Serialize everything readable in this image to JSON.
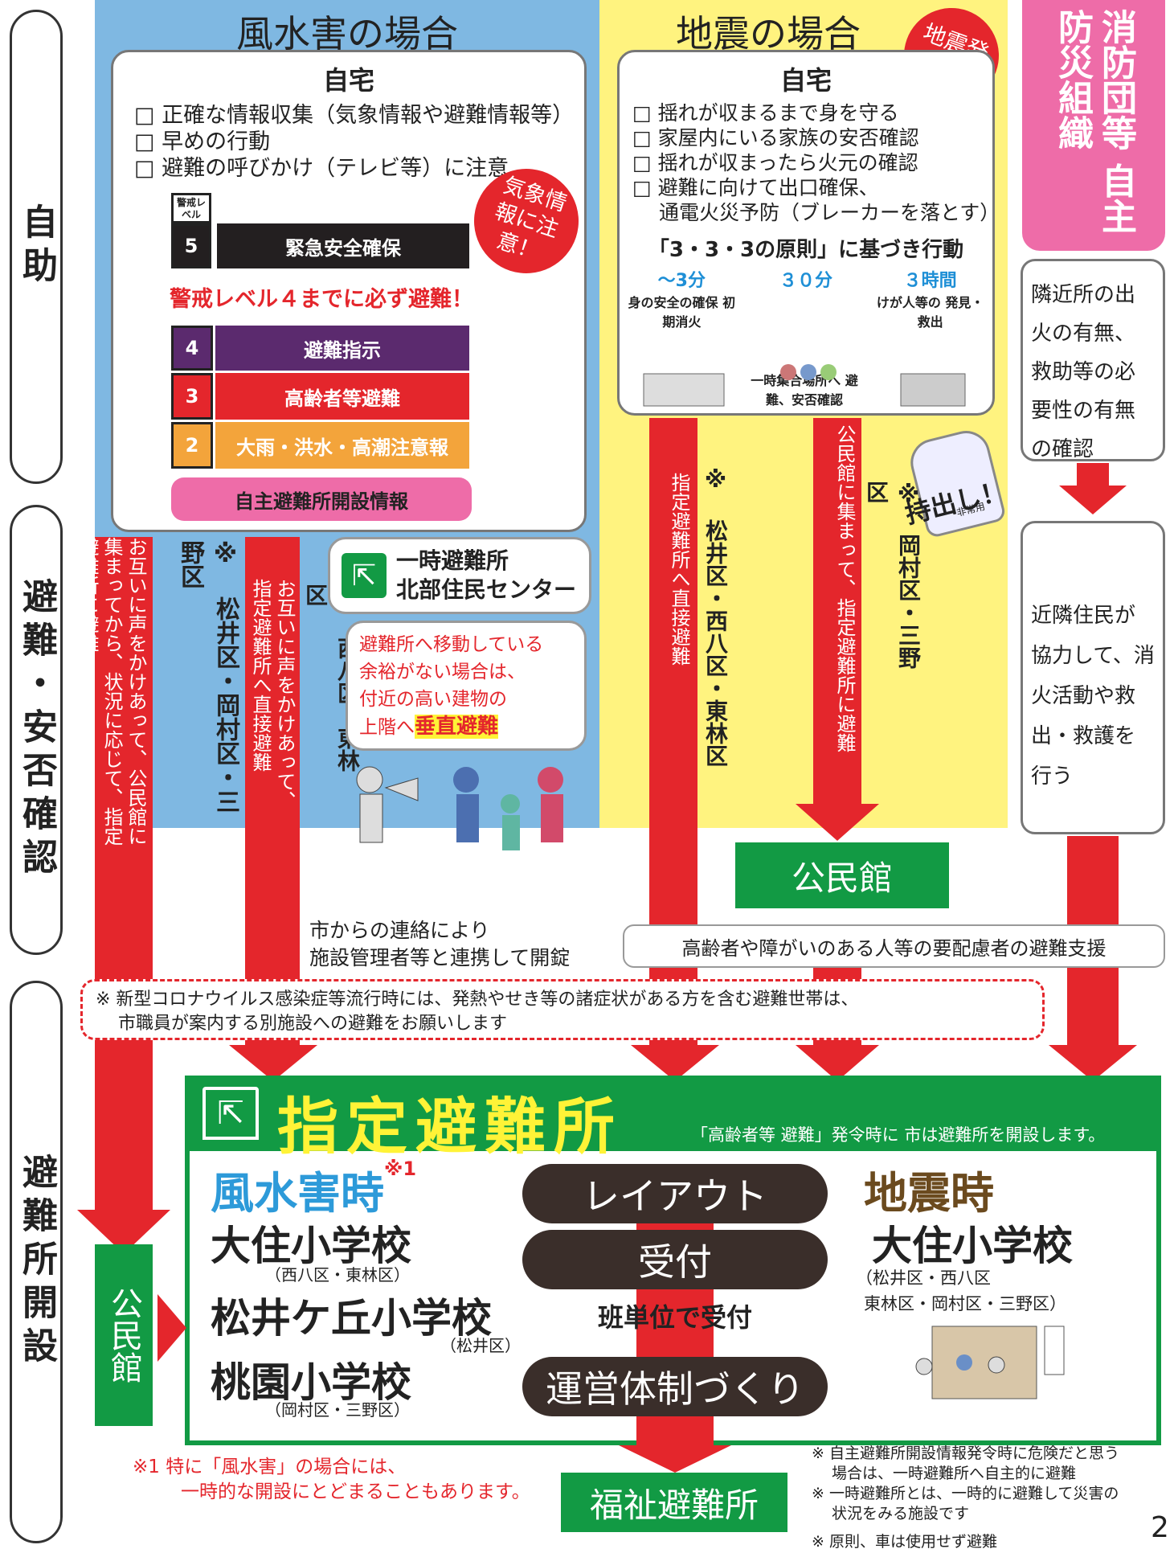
{
  "side_labels": [
    "自助",
    "避難・安否確認",
    "避難所開設"
  ],
  "flood": {
    "title": "風水害の場合",
    "home": "自宅",
    "checks": [
      "□ 正確な情報収集（気象情報や避難情報等）",
      "□ 早めの行動",
      "□ 避難の呼びかけ（テレビ等）に注意"
    ],
    "warn_badge": "気象情報に注意！",
    "level_label": "警戒レベル",
    "lv5_num": "5",
    "lv5": "緊急安全確保",
    "lv4_note": "警戒レベル４までに必ず避難！",
    "lv4_num": "4",
    "lv4": "避難指示",
    "lv3_num": "3",
    "lv3": "高齢者等避難",
    "lv2_num": "2",
    "lv2": "大雨・洪水・高潮注意報",
    "self_open": "自主避難所開設情報"
  },
  "quake": {
    "title": "地震の場合",
    "badge": "地震発生！",
    "home": "自宅",
    "checks": [
      "□ 揺れが収まるまで身を守る",
      "□ 家屋内にいる家族の安否確認",
      "□ 揺れが収まったら火元の確認",
      "□ 避難に向けて出口確保、",
      "　 通電火災予防（ブレーカーを落とす）"
    ],
    "rule": "「3・3・3の原則」に基づき行動",
    "t1": "～3分",
    "t1_desc": "身の安全の確保 初期消火",
    "t2": "３０分",
    "t2_desc": "一時集合場所へ 避難、安否確認",
    "t3": "３時間",
    "t3_desc": "けが人等の 発見・救出",
    "bag": "持出し！",
    "bag_label": "非常用"
  },
  "fire": {
    "title": "消防団等 自主防災組織",
    "box1": "隣近所の出火の有無、救助等の必要性の有無の確認",
    "box2": "近隣住民が協力して、消火活動や救出・救護を行う"
  },
  "routes": {
    "r1": "お互いに声をかけあって、公民館に集まってから、状況に応じて、指定避難所に避難",
    "r1_area": "※ 松井区・岡村区・三野区",
    "r2": "お互いに声をかけあって、指定避難所へ直接避難",
    "r2_area": "※ 西八区・東林区",
    "r3": "指定避難所へ直接避難",
    "r3_area": "※ 松井区・西八区・東林区",
    "r4": "公民館に集まって、指定避難所に避難",
    "r4_area": "※ 岡村区・三野区"
  },
  "temp_shelter": {
    "title": "一時避難所",
    "name": "北部住民センター",
    "note1": "避難所へ移動している",
    "note2": "余裕がない場合は、",
    "note3": "付近の高い建物の",
    "note4": "上階へ",
    "highlight": "垂直避難",
    "contact1": "市からの連絡により",
    "contact2": "施設管理者等と連携して開錠"
  },
  "kominkan": "公民館",
  "support": "高齢者や障がいのある人等の要配慮者の避難支援",
  "covid": {
    "line1": "※ 新型コロナウイルス感染症等流行時には、発熱やせき等の諸症状がある方を含む避難世帯は、",
    "line2": "市職員が案内する別施設への避難をお願いします"
  },
  "shelter": {
    "title": "指定避難所",
    "note": "「高齢者等 避難」発令時に 市は避難所を開設します。",
    "flood_head": "風水害時",
    "flood_mark": "※1",
    "s1": "大住小学校",
    "s1_area": "（西八区・東林区）",
    "s2": "松井ケ丘小学校",
    "s2_area": "（松井区）",
    "s3": "桃園小学校",
    "s3_area": "（岡村区・三野区）",
    "layout": "レイアウト",
    "reception": "受付",
    "unit": "班単位で受付",
    "system": "運営体制づくり",
    "quake_head": "地震時",
    "q1": "大住小学校",
    "q1_area1": "（松井区・西八区",
    "q1_area2": "東林区・岡村区・三野区）"
  },
  "kominkan_v": "公民館",
  "foot_note1": "※1 特に「風水害」の場合には、",
  "foot_note2": "一時的な開設にとどまることもあります。",
  "welfare": "福祉避難所",
  "notes": [
    "※ 自主避難所開設情報発令時に危険だと思う",
    "　 場合は、一時避難所へ自主的に避難",
    "※ 一時避難所とは、一時的に避難して災害の",
    "　 状況をみる施設です",
    "※ 原則、車は使用せず避難"
  ],
  "page_num": "2",
  "colors": {
    "blue": "#7fb8e2",
    "yellow": "#fff37f",
    "pink": "#ee6ca8",
    "red": "#e4262c",
    "green": "#129a44",
    "purple": "#5b2a6e",
    "orange": "#f3a43b"
  }
}
